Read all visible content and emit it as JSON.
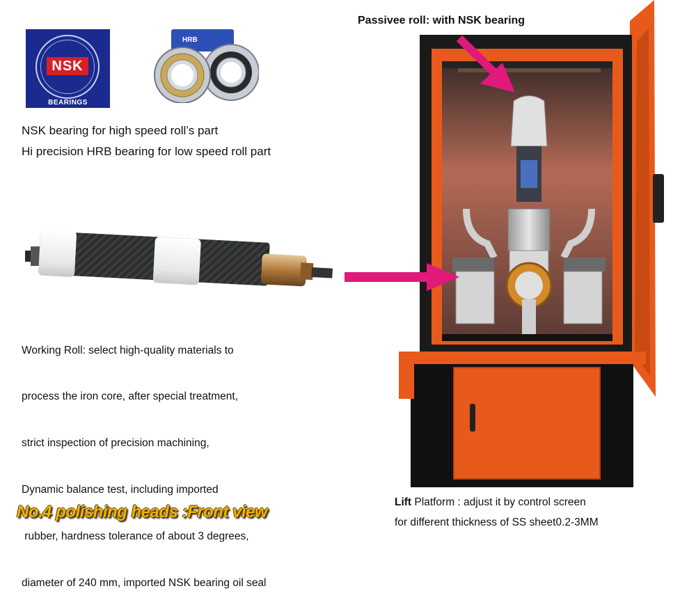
{
  "logo": {
    "brand": "NSK",
    "subtitle": "BEARINGS",
    "bg_color": "#1b2a8e",
    "brand_color": "#d71f26"
  },
  "bearing_image": {
    "brand": "HRB",
    "label": "HRB"
  },
  "nsk_note": "NSK bearing for high speed roll’s part",
  "hrb_note": "Hi precision HRB bearing for low speed roll part",
  "working_roll": {
    "lines": [
      "Working Roll: select high-quality materials to",
      "process the iron core, after special treatment,",
      "strict inspection of precision machining,",
      "Dynamic balance test, including imported",
      " rubber, hardness tolerance of about 3 degrees,",
      "diameter of 240 mm, imported NSK bearing oil seal"
    ]
  },
  "front_view_title": "No.4 polishing heads :Front view",
  "lift": {
    "bold_word": "Lift",
    "line1_rest": " Platform : adjust it by control screen",
    "line2": "for different thickness of SS sheet0.2-3MM"
  },
  "passive_roll_label": "Passivee roll: with NSK  bearing",
  "colors": {
    "arrow": "#e0197a",
    "machine_orange": "#e85a1c",
    "title_gold": "#f0b400"
  }
}
